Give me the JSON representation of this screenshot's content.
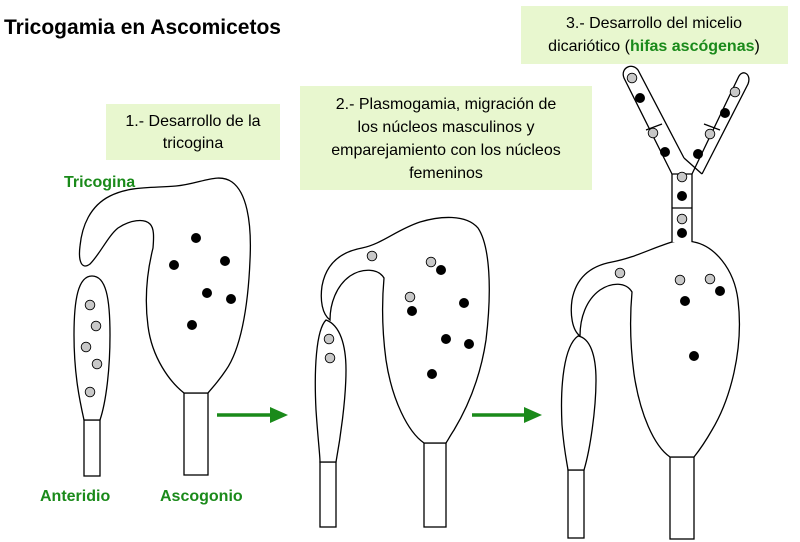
{
  "title": "Tricogamia en Ascomicetos",
  "steps": {
    "step1": {
      "line1": "1.- Desarrollo de la",
      "line2": "tricogina"
    },
    "step2": {
      "line1": "2.- Plasmogamia, migración de",
      "line2": "los núcleos masculinos y",
      "line3": "emparejamiento con los núcleos",
      "line4": "femeninos"
    },
    "step3": {
      "line1": "3.- Desarrollo del micelio",
      "line2_start": "dicariótico (",
      "line2_highlight": "hifas ascógenas",
      "line2_end": ")"
    }
  },
  "labels": {
    "tricogina": "Tricogina",
    "anteridio": "Anteridio",
    "ascogonio": "Ascogonio"
  },
  "colors": {
    "box": "#e8f7cf",
    "label_green": "#1a8a1a",
    "arrow": "#1a8a1a",
    "male_nucleus": "#c8c8c8",
    "female_nucleus": "#000000"
  },
  "icons": [
    "arrow-right-icon",
    "arrow-right-icon"
  ]
}
